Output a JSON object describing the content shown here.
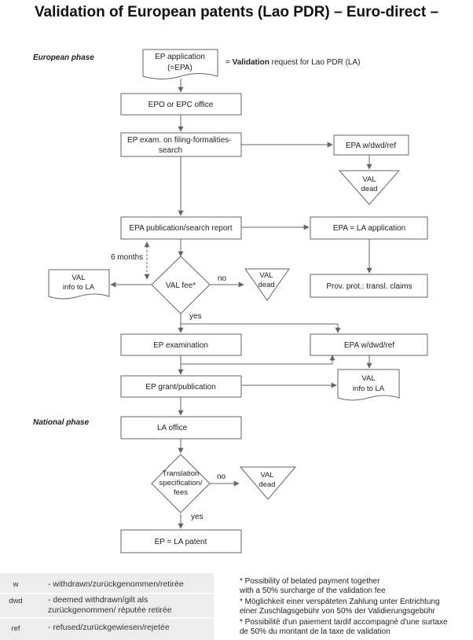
{
  "title": "Validation of European patents (Lao PDR) – Euro-direct –",
  "phases": {
    "european": "European phase",
    "national": "National phase"
  },
  "request_note": {
    "prefix": "= ",
    "bold": "Validation",
    "rest": " request for Lao PDR (LA)"
  },
  "nodes": {
    "ep_application": [
      "EP application",
      "(=EPA)"
    ],
    "epo_office": "EPO or EPC office",
    "ep_exam_filing": [
      "EP exam. on filing-formalities-",
      "search"
    ],
    "epa_wdwdref_1": "EPA w/dwd/ref",
    "val_dead_1": [
      "VAL",
      "dead"
    ],
    "epa_publication": "EPA publication/search report",
    "epa_la_application": "EPA = LA application",
    "val_fee": "VAL fee*",
    "val_info_la_1": [
      "VAL",
      "info to LA"
    ],
    "val_dead_2": [
      "VAL",
      "dead"
    ],
    "prov_prot": "Prov. prot.: transl. claims",
    "ep_examination": "EP examination",
    "epa_wdwdref_2": "EPA w/dwd/ref",
    "ep_grant": "EP grant/publication",
    "val_info_la_2": [
      "VAL",
      "info to LA"
    ],
    "la_office": "LA office",
    "translation": [
      "Translation",
      "specification/",
      "fees"
    ],
    "val_dead_3": [
      "VAL",
      "dead"
    ],
    "ep_la_patent": "EP = LA patent"
  },
  "edge_labels": {
    "six_months": "6 months",
    "no_1": "no",
    "yes_1": "yes",
    "no_2": "no",
    "yes_2": "yes"
  },
  "legend": [
    {
      "abbr": "w",
      "lines": [
        "- withdrawn/zurückgenommen/retirée"
      ]
    },
    {
      "abbr": "dwd",
      "lines": [
        "- deemed withdrawn/gilt als",
        "zurückgenommen/ réputée retirée"
      ]
    },
    {
      "abbr": "ref",
      "lines": [
        "- refused/zurückgewiesen/rejetée"
      ]
    }
  ],
  "footnotes": [
    "* Possibility of belated payment together",
    "with a 50% surcharge of the validation fee",
    "* Möglichkeit einer verspäteten Zahlung unter Entrichtung",
    "einer Zuschlagsgebühr von 50% der Validierungsgebühr",
    "* Possibilité d'un paiement tardif accompagné d'une surtaxe",
    "de 50% du montant de la taxe de validation"
  ]
}
